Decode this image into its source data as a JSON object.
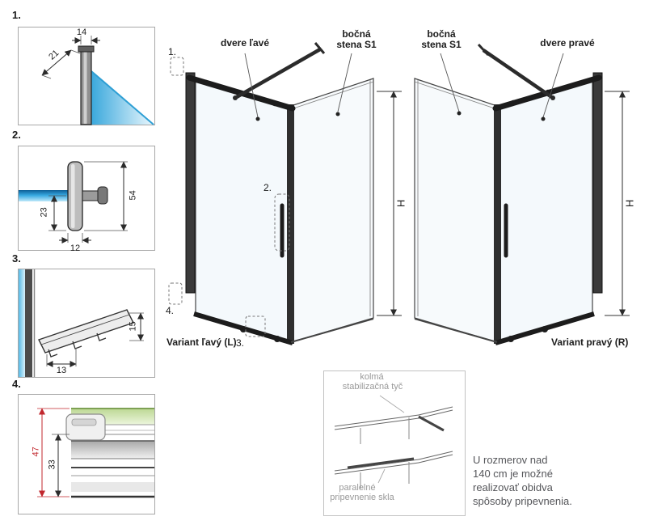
{
  "details": {
    "d1": {
      "number": "1.",
      "dims": {
        "width": "14",
        "depth": "21"
      }
    },
    "d2": {
      "number": "2.",
      "dims": {
        "height_total": "54",
        "height_lower": "23",
        "width": "12"
      }
    },
    "d3": {
      "number": "3.",
      "dims": {
        "height": "15",
        "width": "13"
      }
    },
    "d4": {
      "number": "4.",
      "dims": {
        "total": "47",
        "inner": "33"
      }
    }
  },
  "variant_left": {
    "door_label": "dvere ľavé",
    "wall_label": {
      "line1": "bočná",
      "line2": "stena S1"
    },
    "height_label": "H",
    "callouts": {
      "c1": "1.",
      "c2": "2.",
      "c3": "3.",
      "c4": "4."
    },
    "caption": "Variant ľavý (L)"
  },
  "variant_right": {
    "wall_label": {
      "line1": "bočná",
      "line2": "stena S1"
    },
    "door_label": "dvere pravé",
    "height_label": "H",
    "caption": "Variant pravý (R)"
  },
  "info_box": {
    "perpendicular_label": {
      "line1": "kolmá",
      "line2": "stabilizačná tyč"
    },
    "parallel_label": {
      "line1": "paralelné",
      "line2": "pripevnenie skla"
    }
  },
  "note": {
    "line1": "U rozmerov nad",
    "line2": "140 cm je možné",
    "line3": "realizovať obidva",
    "line4": "spôsoby pripevnenia."
  },
  "colors": {
    "glass_blue": "#2e9fd4",
    "accent_red": "#c1272d",
    "line_dark": "#1c1c1c",
    "muted_gray": "#999999"
  }
}
